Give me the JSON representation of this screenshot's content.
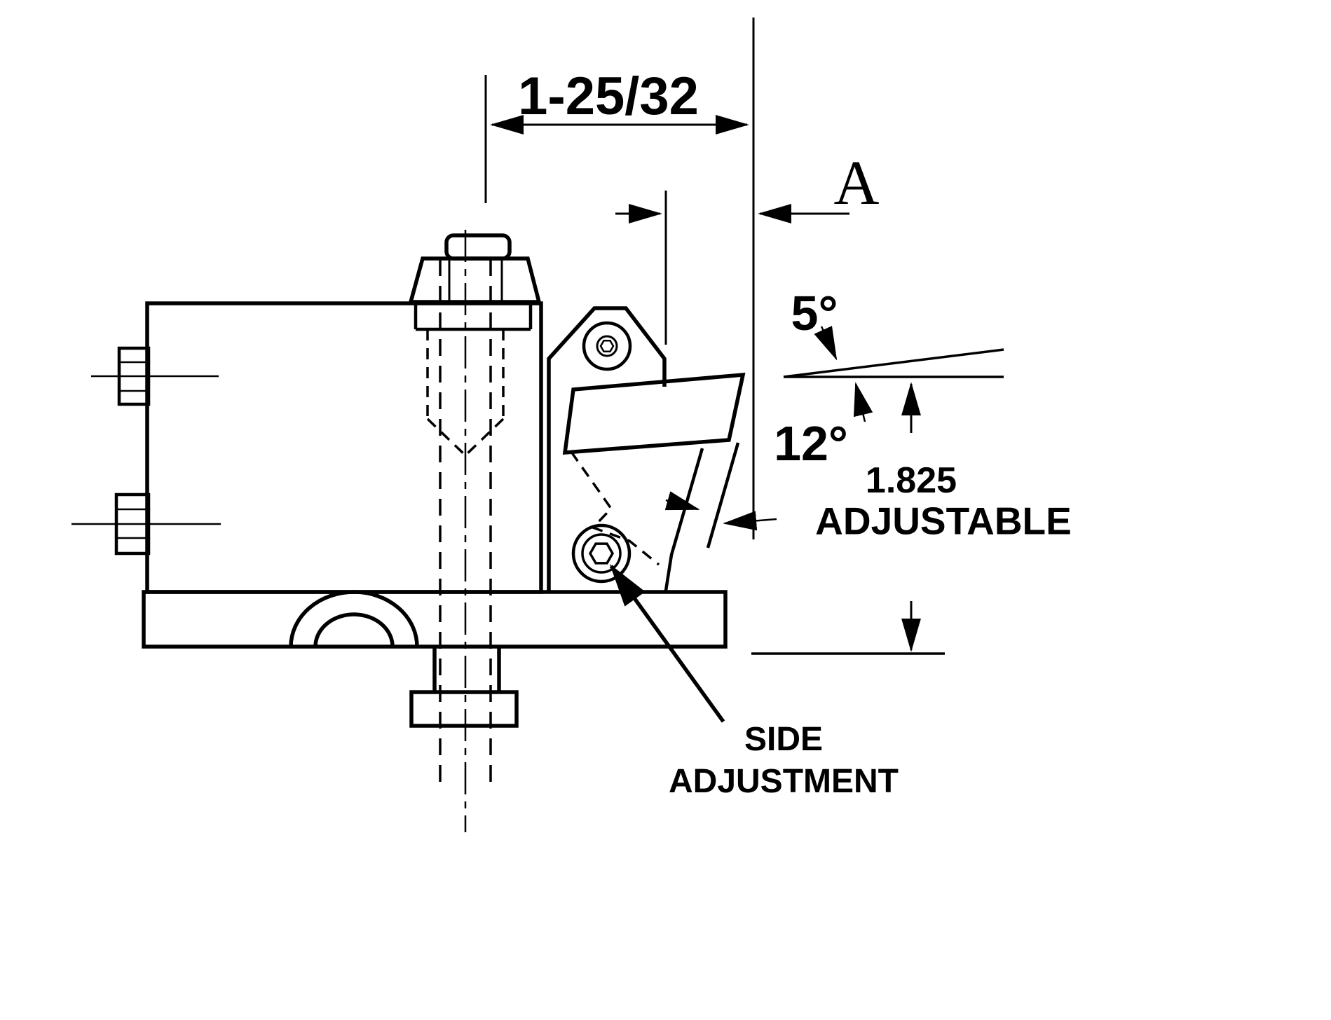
{
  "diagram": {
    "type": "technical-drawing",
    "subject": "tool post side view with cutter bit and adjustment dimensions",
    "background": "#ffffff",
    "ink": "#000000",
    "labels": {
      "width_dim": "1-25/32",
      "datum": "A",
      "top_rake_angle": "5°",
      "front_clearance_angle": "12°",
      "height_dim": "1.825",
      "adjustable": "ADJUSTABLE",
      "side_adjustment_1": "SIDE",
      "side_adjustment_2": "ADJUSTMENT"
    }
  }
}
